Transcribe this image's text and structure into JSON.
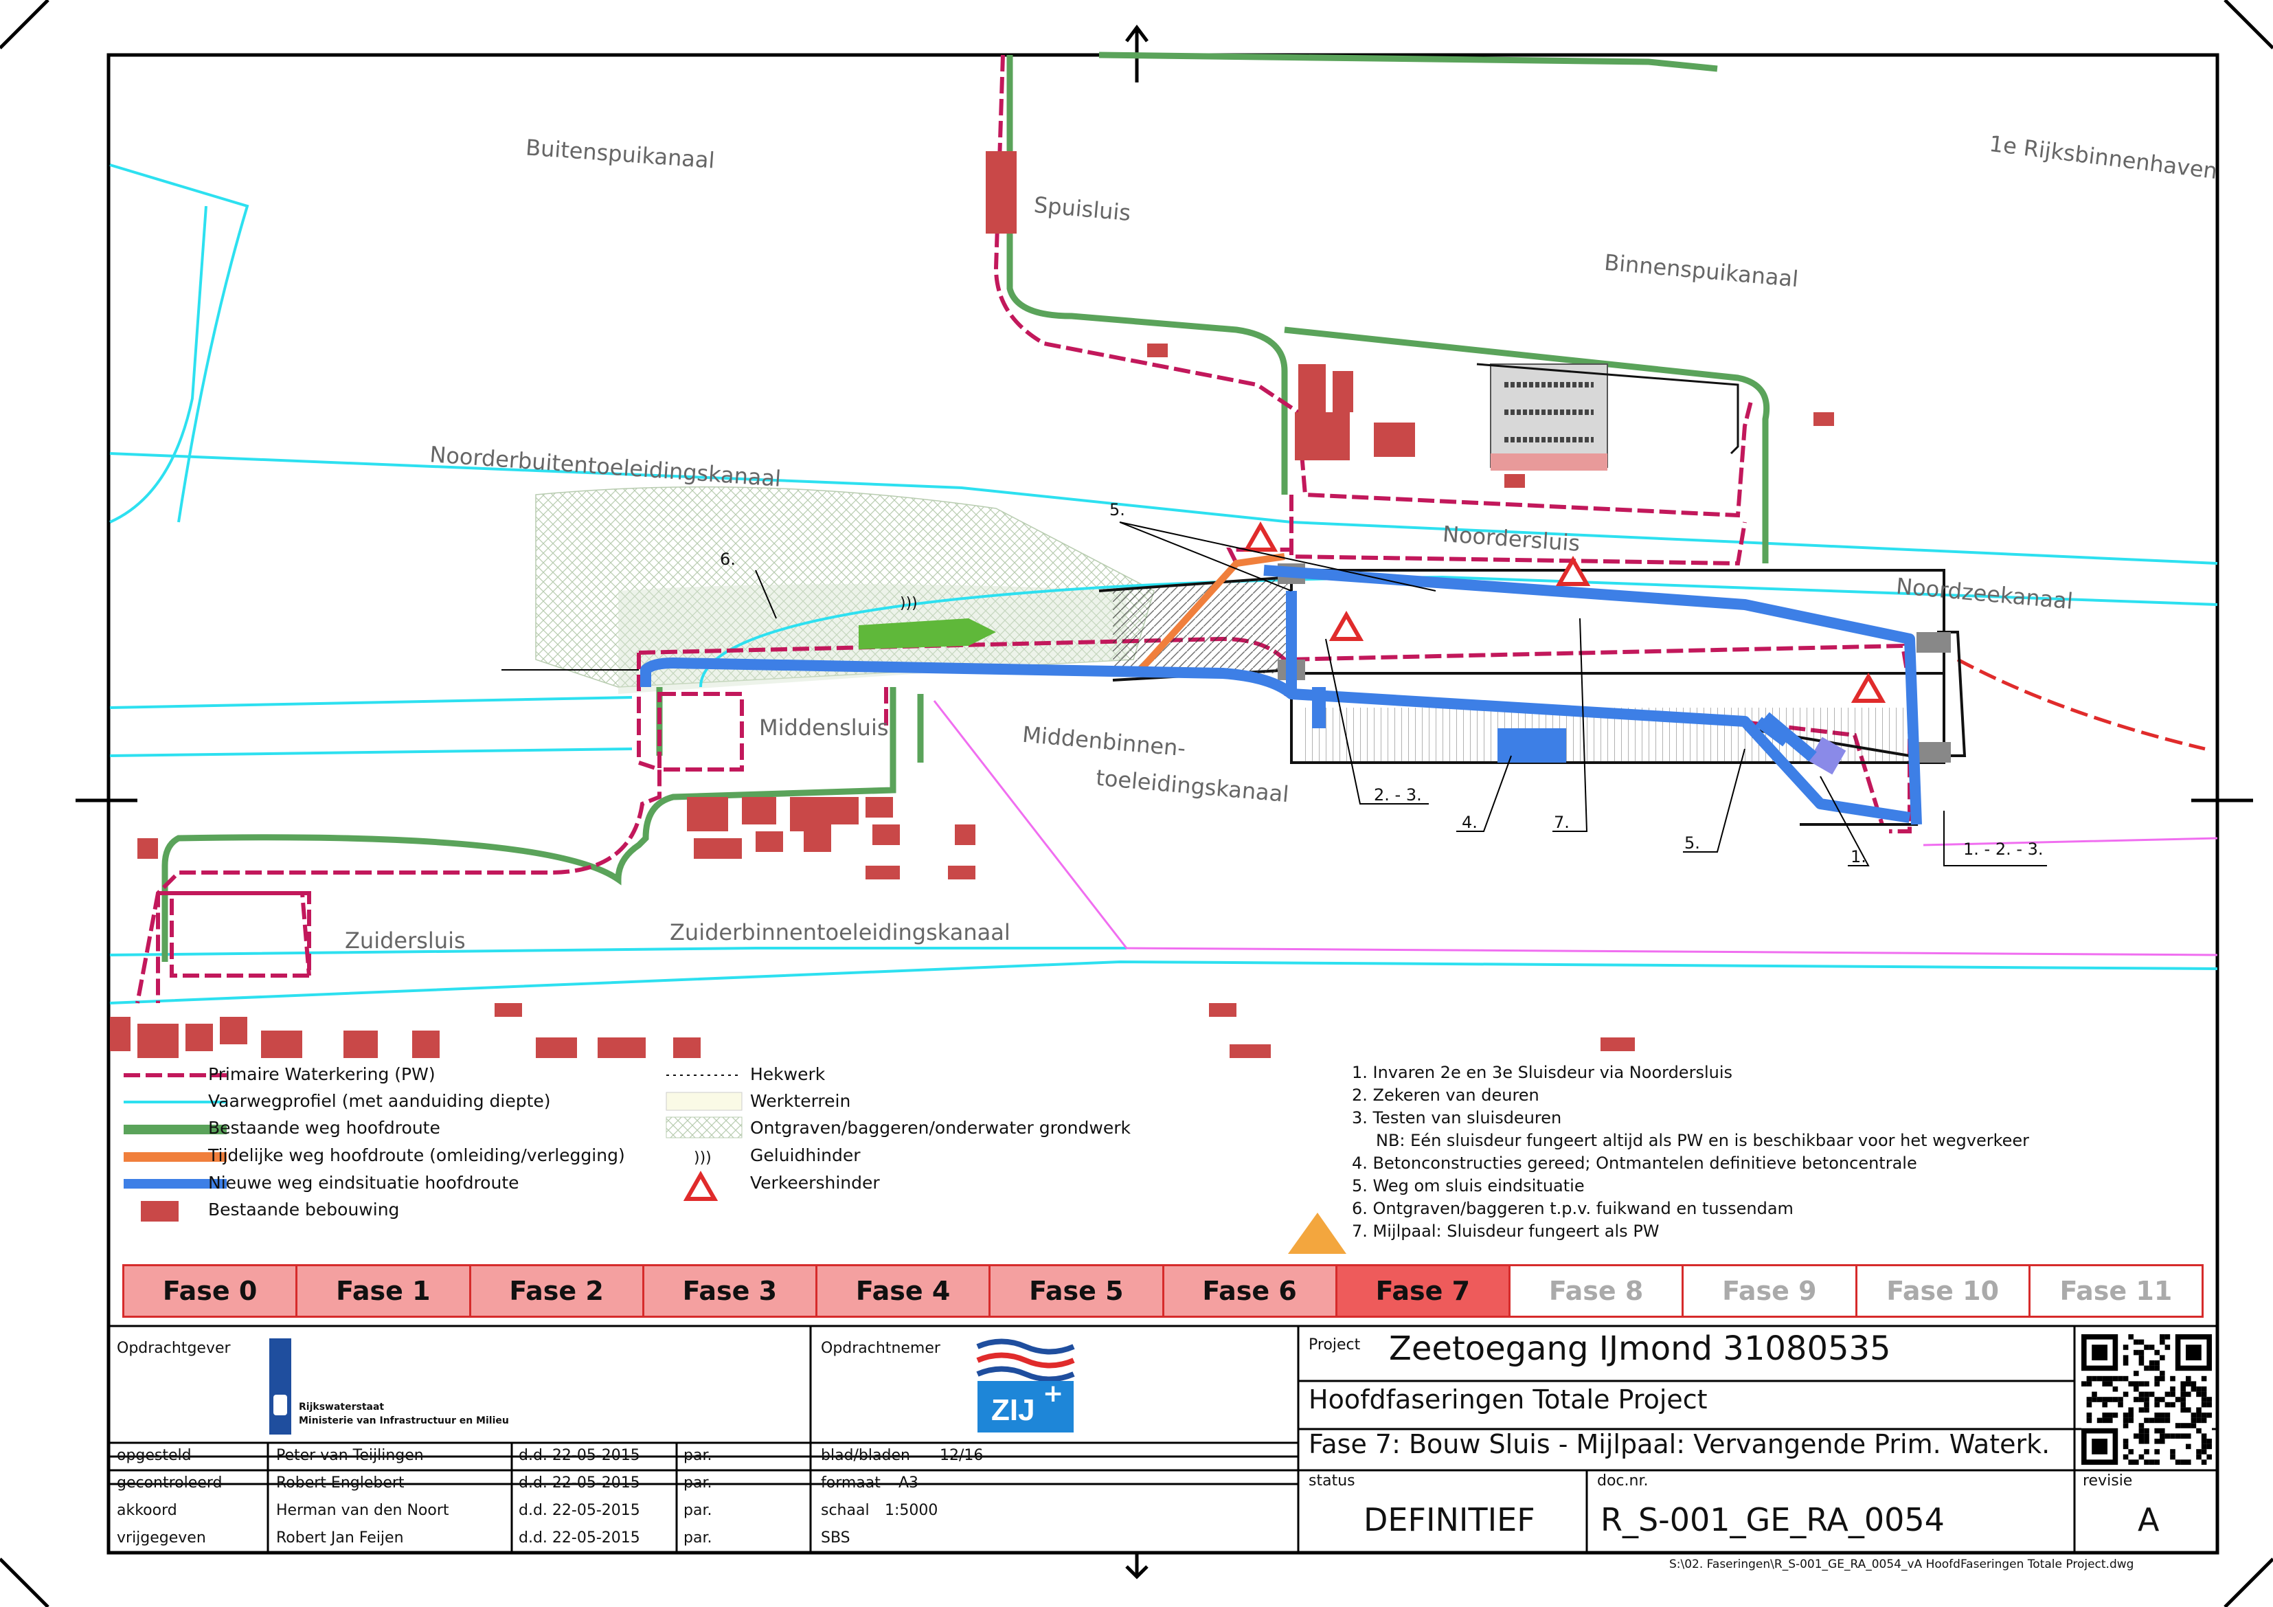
{
  "map_labels": {
    "buitenspuikanaal": "Buitenspuikanaal",
    "spuisluis": "Spuisluis",
    "binnenspuikanaal": "Binnenspuikanaal",
    "rijksbinnenhaven": "1e Rijksbinnenhaven",
    "noorderbuiten": "Noorderbuitentoeleidingskanaal",
    "noordersluis": "Noordersluis",
    "noordzeekanaal": "Noordzeekanaal",
    "middensluis": "Middensluis",
    "middenbinnen1": "Middenbinnen-",
    "middenbinnen2": "toeleidingskanaal",
    "zuidersluis": "Zuidersluis",
    "zuiderbinnen": "Zuiderbinnentoeleidingskanaal"
  },
  "callouts": {
    "c5a": "5.",
    "c6": "6.",
    "c23": "2. - 3.",
    "c4": "4.",
    "c7": "7.",
    "c5b": "5.",
    "c1": "1.",
    "c123": "1. - 2. - 3."
  },
  "legend_left": [
    "Primaire Waterkering (PW)",
    "Vaarwegprofiel (met aanduiding diepte)",
    "Bestaande weg hoofdroute",
    "Tijdelijke weg hoofdroute (omleiding/verlegging)",
    "Nieuwe weg eindsituatie hoofdroute",
    "Bestaande bebouwing"
  ],
  "legend_mid": [
    "Hekwerk",
    "Werkterrein",
    "Ontgraven/baggeren/onderwater grondwerk",
    "Geluidhinder",
    "Verkeershinder"
  ],
  "notes": [
    "1. Invaren 2e en 3e Sluisdeur via Noordersluis",
    "2. Zekeren van deuren",
    "3. Testen van sluisdeuren",
    "NB: Eén sluisdeur fungeert altijd als PW en is beschikbaar voor het wegverkeer",
    "4. Betonconstructies gereed; Ontmantelen definitieve betoncentrale",
    "5. Weg om sluis eindsituatie",
    "6. Ontgraven/baggeren t.p.v. fuikwand en tussendam",
    "7. Mijlpaal: Sluisdeur fungeert als PW"
  ],
  "phases": [
    {
      "label": "Fase 0",
      "state": "done"
    },
    {
      "label": "Fase 1",
      "state": "done"
    },
    {
      "label": "Fase 2",
      "state": "done"
    },
    {
      "label": "Fase 3",
      "state": "done"
    },
    {
      "label": "Fase 4",
      "state": "done"
    },
    {
      "label": "Fase 5",
      "state": "done"
    },
    {
      "label": "Fase 6",
      "state": "done"
    },
    {
      "label": "Fase 7",
      "state": "active"
    },
    {
      "label": "Fase 8",
      "state": "future"
    },
    {
      "label": "Fase 9",
      "state": "future"
    },
    {
      "label": "Fase 10",
      "state": "future"
    },
    {
      "label": "Fase 11",
      "state": "future"
    }
  ],
  "title_block": {
    "opdrachtgever_label": "Opdrachtgever",
    "client_org1": "Rijkswaterstaat",
    "client_org2": "Ministerie van Infrastructuur en Milieu",
    "opdrachtnemer_label": "Opdrachtnemer",
    "contractor_logo": "ZIJ",
    "rows": [
      {
        "role": "opgesteld",
        "name": "Peter van Teijlingen",
        "date": "d.d. 22-05-2015",
        "par": "par."
      },
      {
        "role": "gecontroleerd",
        "name": "Robert Englebert",
        "date": "d.d. 22-05-2015",
        "par": "par."
      },
      {
        "role": "akkoord",
        "name": "Herman van den Noort",
        "date": "d.d. 22-05-2015",
        "par": "par."
      },
      {
        "role": "vrijgegeven",
        "name": "Robert Jan Feijen",
        "date": "d.d. 22-05-2015",
        "par": "par."
      }
    ],
    "blad_label": "blad/bladen",
    "blad_value": "12/16",
    "formaat_label": "formaat",
    "formaat_value": "A3",
    "schaal_label": "schaal",
    "schaal_value": "1:5000",
    "sbs": "SBS",
    "project_label": "Project",
    "project_value": "Zeetoegang IJmond 31080535",
    "subtitle1": "Hoofdfaseringen Totale Project",
    "subtitle2": "Fase 7: Bouw Sluis - Mijlpaal: Vervangende Prim. Waterk.",
    "status_label": "status",
    "status_value": "DEFINITIEF",
    "docnr_label": "doc.nr.",
    "docnr_value": "R_S-001_GE_RA_0054",
    "revisie_label": "revisie",
    "revisie_value": "A",
    "file_path": "S:\\02. Faseringen\\R_S-001_GE_RA_0054_vA HoofdFaseringen Totale Project.dwg"
  },
  "colors": {
    "pw": "#c2185b",
    "waterway": "#2de0f0",
    "existing_road": "#5aa35a",
    "temp_road": "#f07f3c",
    "new_road": "#3d7fe6",
    "buildings": "#c94848",
    "phase_done": "#f4a0a0",
    "phase_active": "#ee5b5b",
    "pink_line": "#f06ef0"
  }
}
